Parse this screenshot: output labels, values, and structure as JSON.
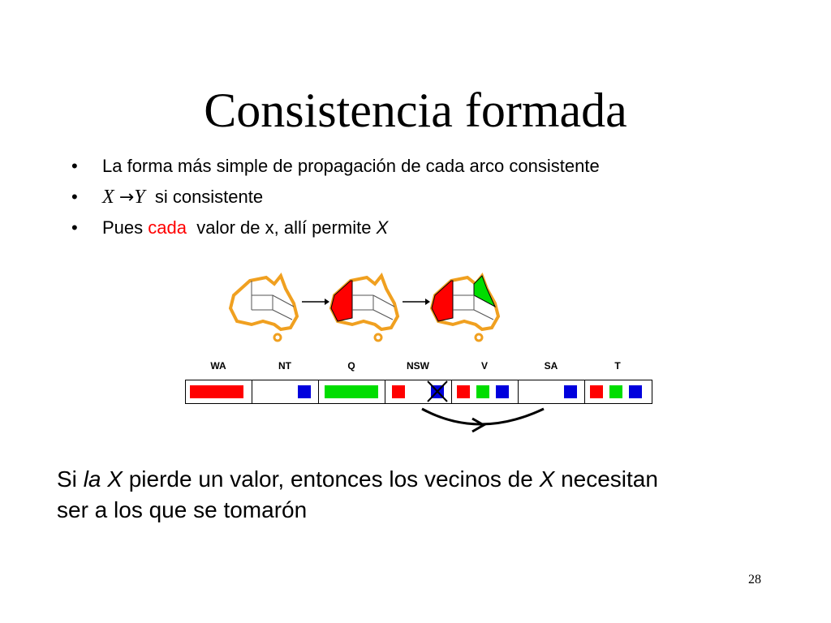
{
  "slide": {
    "title": "Consistencia formada",
    "page_number": "28"
  },
  "bullets": [
    {
      "text": "La forma más simple de propagación de cada arco consistente"
    },
    {
      "x": "X",
      "arrow": "→",
      "y": "Y",
      "rest": "si consistente"
    },
    {
      "pre": "Pues",
      "highlight": "cada",
      "mid": "valor de x, allí permite",
      "var": "X"
    }
  ],
  "figure": {
    "domain_labels": [
      "WA",
      "NT",
      "Q",
      "NSW",
      "V",
      "SA",
      "T"
    ],
    "colors": {
      "red": "#ff0000",
      "green": "#00dd00",
      "blue": "#0000dd",
      "map_outline": "#f0a020"
    }
  },
  "bottom": {
    "p1": "Si",
    "p2": "la X",
    "p3": "pierde un valor, entonces los vecinos de",
    "p4": "X",
    "p5": "necesitan",
    "line2": "ser a los que se tomarón"
  },
  "bullet_glyph": "•"
}
